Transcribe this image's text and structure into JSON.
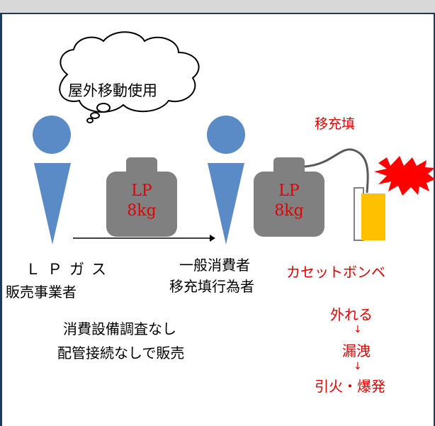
{
  "thought_bubble": "屋外移動使用",
  "seller_label_line1": "ＬＰガス",
  "seller_label_line2": "販売事業者",
  "consumer_label_line1": "一般消費者",
  "consumer_label_line2": "移充填行為者",
  "cylinder_left_line1": "LP",
  "cylinder_left_line2": "8kg",
  "cylinder_right_line1": "LP",
  "cylinder_right_line2": "8kg",
  "transfer_label": "移充填",
  "cassette_label": "カセットボンベ",
  "note_line1": "消費設備調査なし",
  "note_line2": "配管接続なしで販売",
  "consequence_1": "外れる",
  "consequence_2": "漏洩",
  "consequence_3": "引火・爆発",
  "arrow_glyph": "↓",
  "colors": {
    "person": "#5b8bc6",
    "cylinder": "#808080",
    "label_red": "#e00000",
    "cassette": "#ffc000",
    "explosion": "#ff0000",
    "border": "#1f3a5f"
  }
}
